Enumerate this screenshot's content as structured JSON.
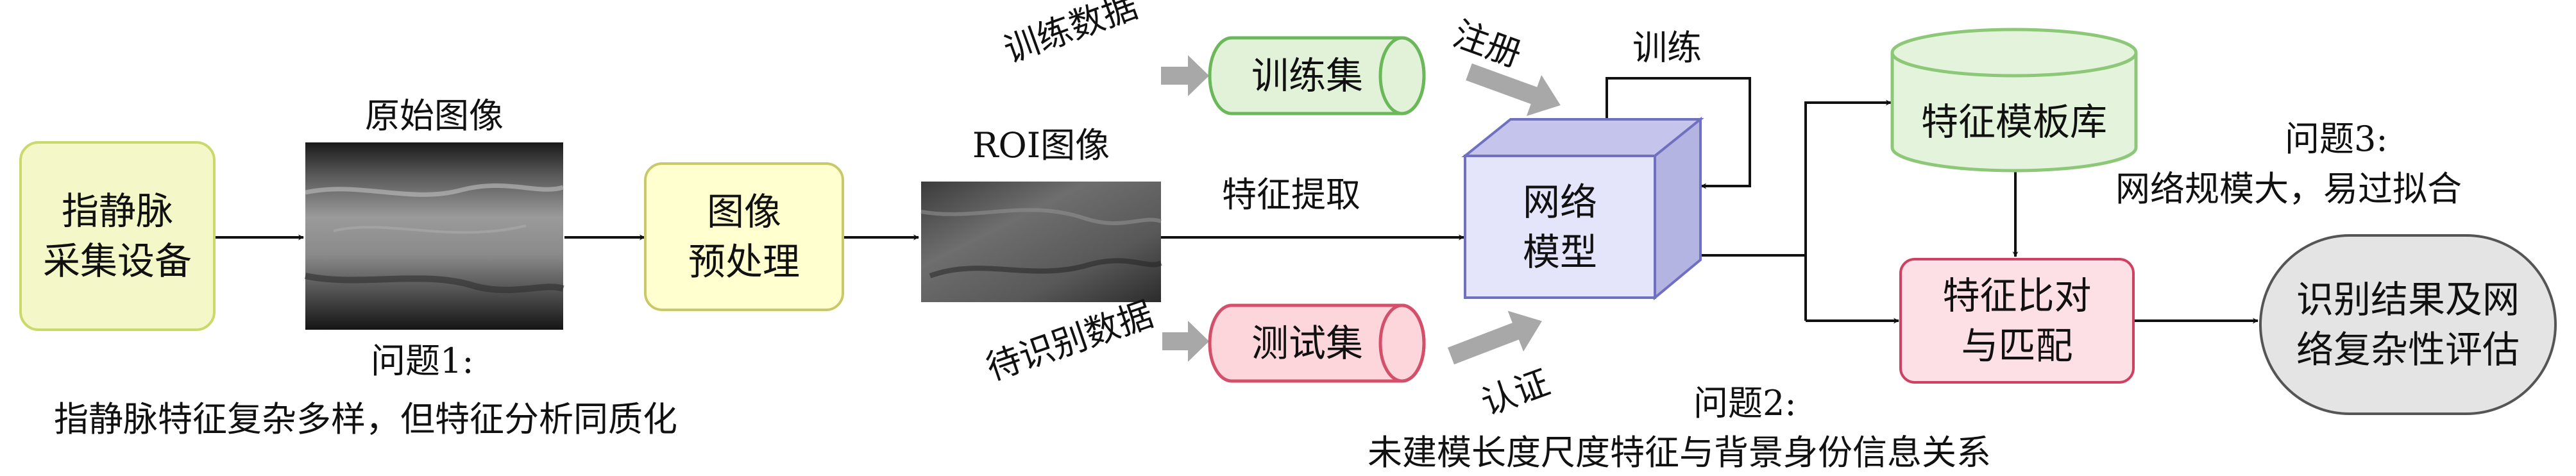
{
  "nodes": {
    "acquisition_device": {
      "lines": [
        "指静脉",
        "采集设备"
      ]
    },
    "preprocess": {
      "lines": [
        "图像",
        "预处理"
      ]
    },
    "network_model": {
      "lines": [
        "网络",
        "模型"
      ]
    },
    "feature_matching": {
      "lines": [
        "特征比对",
        "与匹配"
      ]
    },
    "result_eval": {
      "lines": [
        "识别结果及网",
        "络复杂性评估"
      ]
    },
    "training_set": {
      "label": "训练集"
    },
    "test_set": {
      "label": "测试集"
    },
    "template_db": {
      "label": "特征模板库"
    }
  },
  "labels": {
    "raw_image": "原始图像",
    "roi_image": "ROI图像",
    "training_data": "训练数据",
    "pending_data": "待识别数据",
    "register": "注册",
    "train_loop": "训练",
    "feature_extract": "特征提取",
    "authenticate": "认证"
  },
  "problems": {
    "p1_title": "问题1:",
    "p1_text": "指静脉特征复杂多样，但特征分析同质化",
    "p2_title": "问题2:",
    "p2_text": "未建模长度尺度特征与背景身份信息关系",
    "p3_title": "问题3:",
    "p3_text": "网络规模大，易过拟合"
  },
  "colors": {
    "acquisition_fill": "#f4f8c8",
    "acquisition_stroke": "#c9d96a",
    "preprocess_fill": "#ffffd0",
    "preprocess_stroke": "#c9c96a",
    "training_fill": "#e2f2d8",
    "training_stroke": "#6ab85a",
    "test_fill": "#fdd6dc",
    "test_stroke": "#d4506a",
    "db_fill": "#e4f4dc",
    "db_stroke": "#8cc878",
    "matching_fill": "#fde0e6",
    "matching_stroke": "#d04060",
    "model_front": "#e4e4fa",
    "model_top": "#c4c4ec",
    "model_side": "#b4b4e2",
    "model_stroke": "#7070c0",
    "result_fill": "#e4e4e4",
    "result_stroke": "#555555",
    "arrow": "#111111",
    "grey_arrow": "#a8a8a8"
  }
}
